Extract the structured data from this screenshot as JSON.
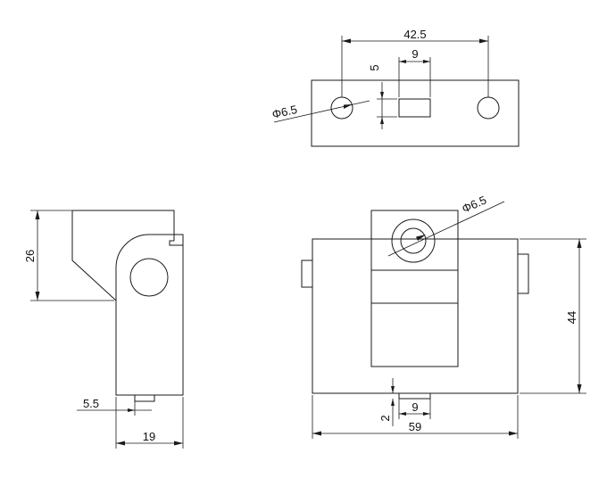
{
  "dimensions": {
    "top_width": "42.5",
    "top_slot_width": "9",
    "top_slot_height": "5",
    "top_hole_diameter": "Φ6.5",
    "side_height": "26",
    "side_pin": "5.5",
    "side_width": "19",
    "front_hole_diameter": "Φ6.5",
    "front_height": "44",
    "front_pin_offset": "2",
    "front_slot_width": "9",
    "front_width": "59"
  }
}
